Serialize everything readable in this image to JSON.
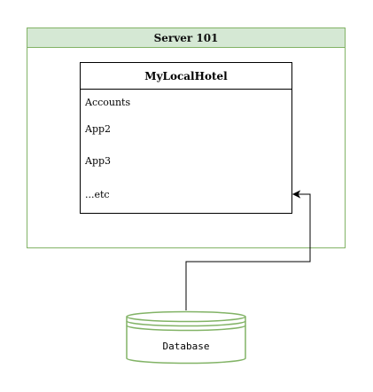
{
  "server": {
    "title": "Server 101",
    "border_color": "#82b366",
    "header_fill": "#d5e8d4"
  },
  "app_box": {
    "title": "MyLocalHotel",
    "items": [
      "Accounts",
      "App2",
      "App3",
      "...etc"
    ]
  },
  "database": {
    "label": "Database",
    "stroke_color": "#82b366"
  },
  "connector": {
    "from": "database",
    "to": "...etc",
    "arrow": "arrow-icon"
  }
}
